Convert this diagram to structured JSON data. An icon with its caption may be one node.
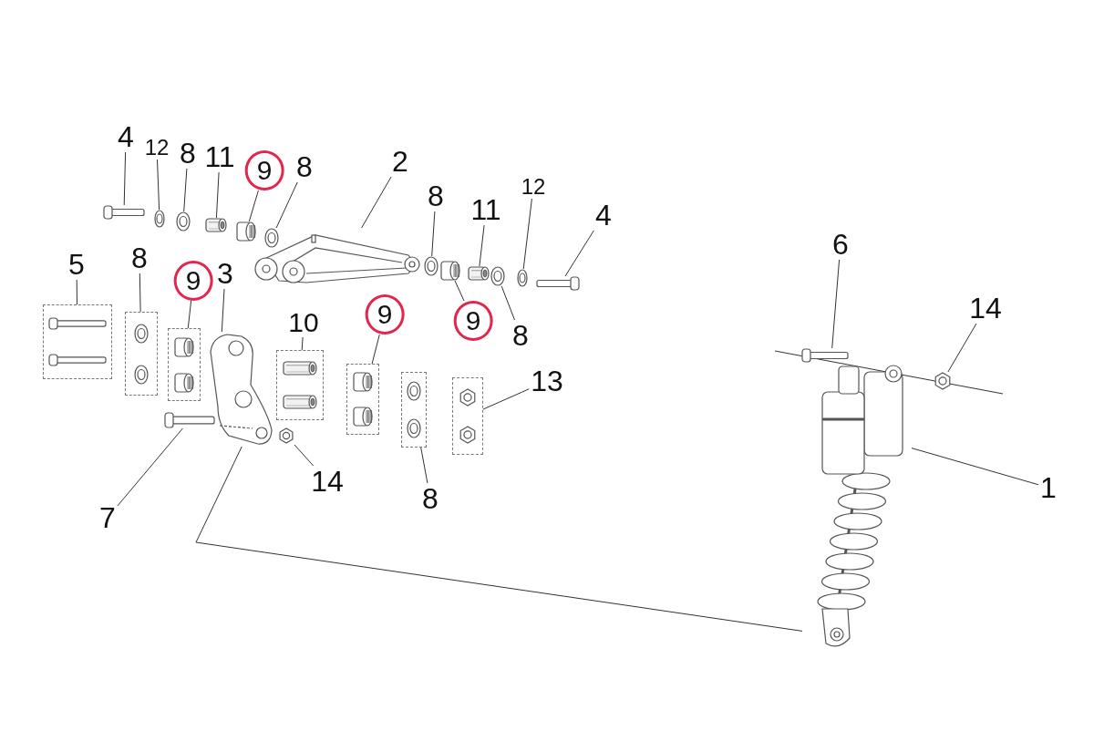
{
  "diagram": {
    "nodes": [
      {
        "text": [
          "4"
        ]
      },
      {
        "text": [
          "12"
        ]
      },
      {
        "text": [
          "8"
        ]
      },
      {
        "text": [
          "11"
        ]
      },
      {
        "text": [
          "9"
        ]
      },
      {
        "text": [
          "8"
        ]
      },
      {
        "text": [
          "2"
        ]
      },
      {
        "text": [
          "8"
        ]
      },
      {
        "text": [
          "11"
        ]
      },
      {
        "text": [
          "12"
        ]
      },
      {
        "text": [
          "4"
        ]
      },
      {
        "text": [
          "5"
        ]
      },
      {
        "text": [
          "8"
        ]
      },
      {
        "text": [
          "9"
        ]
      },
      {
        "text": [
          "3"
        ]
      },
      {
        "text": [
          "10"
        ]
      },
      {
        "text": [
          "9"
        ]
      },
      {
        "text": [
          "9"
        ]
      },
      {
        "text": [
          "8"
        ]
      },
      {
        "text": [
          "13"
        ]
      },
      {
        "text": [
          "14"
        ]
      },
      {
        "text": [
          "8"
        ]
      },
      {
        "text": [
          "7"
        ]
      },
      {
        "text": [
          "6"
        ]
      },
      {
        "text": [
          "14"
        ]
      },
      {
        "text": [
          "1"
        ]
      },
      {
        "text": [],
        "shape": "picture"
      },
      {
        "text": [],
        "shape": "picture"
      },
      {
        "text": [],
        "shape": "picture"
      },
      {
        "text": [],
        "shape": "picture"
      },
      {
        "text": [],
        "shape": "picture"
      },
      {
        "text": [],
        "shape": "picture"
      },
      {
        "text": [],
        "shape": "picture"
      },
      {
        "text": [],
        "shape": "picture"
      },
      {
        "text": [],
        "shape": "picture"
      },
      {
        "text": [],
        "shape": "picture"
      },
      {
        "text": [],
        "shape": "picture"
      },
      {
        "text": [],
        "shape": "picture"
      },
      {
        "text": [],
        "shape": "picture"
      },
      {
        "text": [],
        "shape": "box"
      },
      {
        "text": [],
        "shape": "box"
      },
      {
        "text": [],
        "shape": "box"
      },
      {
        "text": [],
        "shape": "picture"
      },
      {
        "text": [],
        "shape": "box"
      },
      {
        "text": [],
        "shape": "picture"
      },
      {
        "text": [],
        "shape": "box"
      },
      {
        "text": [],
        "shape": "box"
      },
      {
        "text": [],
        "shape": "box"
      },
      {
        "text": [],
        "shape": "picture"
      },
      {
        "text": [],
        "shape": "picture"
      },
      {
        "text": [],
        "shape": "picture"
      },
      {
        "text": [],
        "shape": "picture"
      }
    ],
    "edges": [
      {
        "from": 0,
        "to": 26,
        "arrow": "none"
      },
      {
        "from": 1,
        "to": 27,
        "arrow": "none"
      },
      {
        "from": 2,
        "to": 28,
        "arrow": "none"
      },
      {
        "from": 3,
        "to": 29,
        "arrow": "none"
      },
      {
        "from": 4,
        "to": 30,
        "arrow": "none"
      },
      {
        "from": 5,
        "to": 31,
        "arrow": "none"
      },
      {
        "from": 6,
        "to": 32,
        "arrow": "none"
      },
      {
        "from": 7,
        "to": 33,
        "arrow": "none"
      },
      {
        "from": 8,
        "to": 35,
        "arrow": "none"
      },
      {
        "from": 9,
        "to": 37,
        "arrow": "none"
      },
      {
        "from": 10,
        "to": 38,
        "arrow": "none"
      },
      {
        "from": 11,
        "to": 39,
        "arrow": "none"
      },
      {
        "from": 12,
        "to": 40,
        "arrow": "none"
      },
      {
        "from": 13,
        "to": 41,
        "arrow": "none"
      },
      {
        "from": 14,
        "to": 42,
        "arrow": "none"
      },
      {
        "from": 15,
        "to": 43,
        "arrow": "none"
      },
      {
        "from": 16,
        "to": 45,
        "arrow": "none"
      },
      {
        "from": 17,
        "to": 34,
        "arrow": "none"
      },
      {
        "from": 18,
        "to": 36,
        "arrow": "none"
      },
      {
        "from": 19,
        "to": 47,
        "arrow": "none"
      },
      {
        "from": 20,
        "to": 44,
        "arrow": "none"
      },
      {
        "from": 21,
        "to": 46,
        "arrow": "none"
      },
      {
        "from": 22,
        "to": 48,
        "arrow": "none"
      },
      {
        "from": 23,
        "to": 49,
        "arrow": "none"
      },
      {
        "from": 24,
        "to": 51,
        "arrow": "none"
      },
      {
        "from": 25,
        "to": 50,
        "arrow": "none"
      },
      {
        "from": 42,
        "to": 50,
        "arrow": "none"
      }
    ]
  }
}
